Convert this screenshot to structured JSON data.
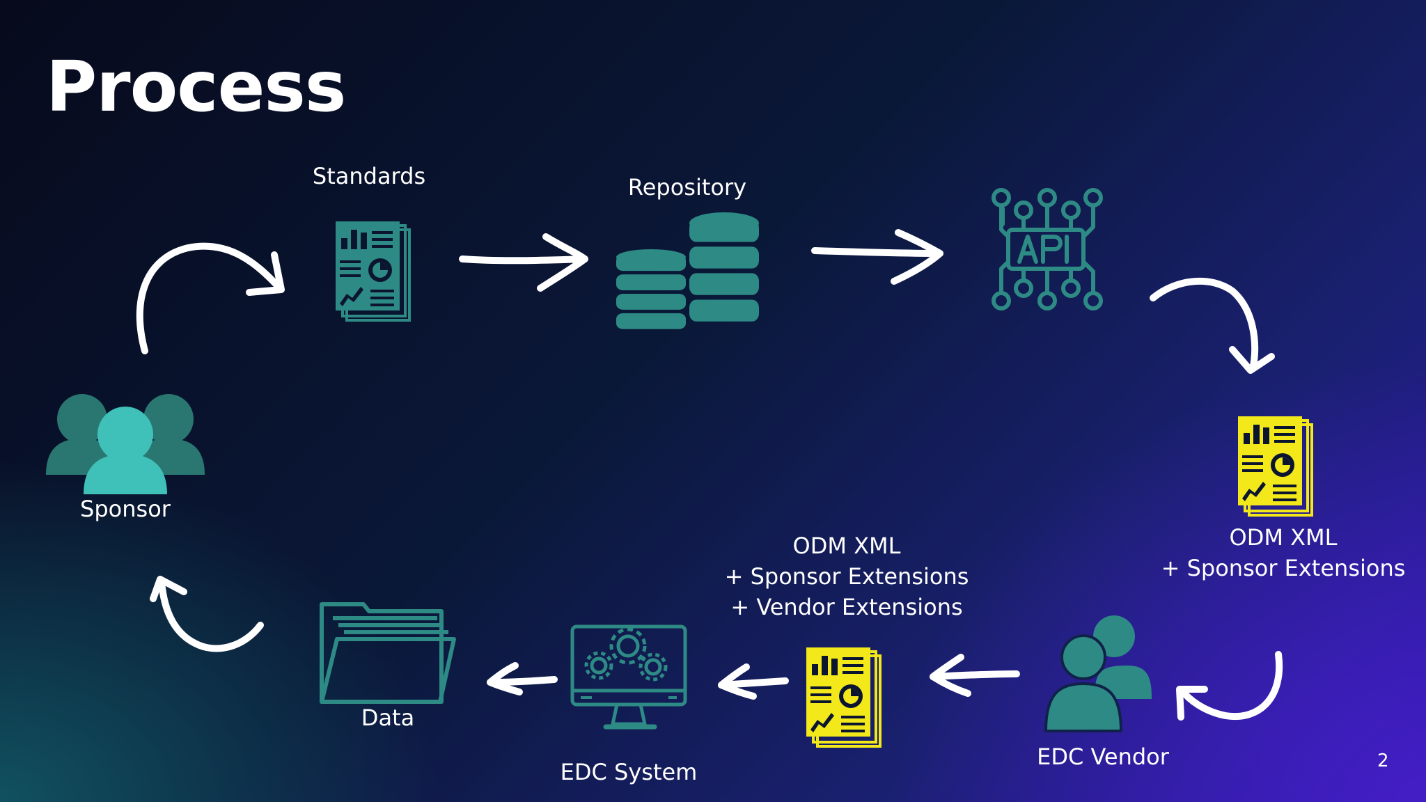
{
  "slide": {
    "title": "Process",
    "page_number": "2"
  },
  "nodes": {
    "standards": {
      "label": "Standards",
      "icon": "report-document-icon",
      "color": "#2e8a84"
    },
    "repository": {
      "label": "Repository",
      "icon": "database-icon",
      "color": "#2e8a84"
    },
    "api": {
      "label": "",
      "icon": "api-chip-icon",
      "color": "#2e8a84"
    },
    "odm_right": {
      "lines": [
        "ODM XML",
        "+ Sponsor Extensions"
      ],
      "icon": "report-document-icon",
      "color": "#f2e81a"
    },
    "edc_vendor": {
      "label": "EDC Vendor",
      "icon": "users-icon",
      "color": "#2e8a84"
    },
    "odm_mid": {
      "lines": [
        "ODM XML",
        "+ Sponsor Extensions",
        "+ Vendor Extensions"
      ],
      "icon": "report-document-icon",
      "color": "#f2e81a"
    },
    "edc_system": {
      "label": "EDC System",
      "icon": "monitor-gears-icon",
      "color": "#2e8a84"
    },
    "data": {
      "label": "Data",
      "icon": "folder-icon",
      "color": "#2e8a84"
    },
    "sponsor": {
      "label": "Sponsor",
      "icon": "users-group-icon",
      "color": "#3fc0b8"
    }
  }
}
